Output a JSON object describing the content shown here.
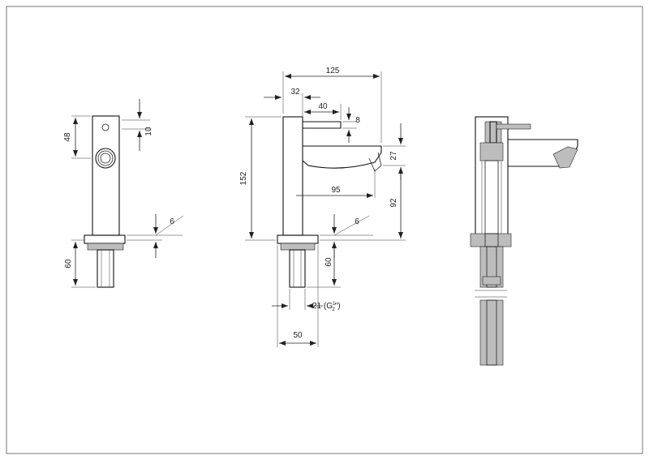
{
  "drawing": {
    "views": [
      "side-view",
      "front-view",
      "section-view"
    ],
    "dimensions": {
      "side_height": "48",
      "side_lever": "10",
      "side_seal": "6",
      "side_shank": "60",
      "front_overall_length": "125",
      "front_lever_offset": "32",
      "front_lever_length": "40",
      "front_lever_height": "8",
      "front_overall_height": "152",
      "front_spout_drop": "27",
      "front_spout_reach": "95",
      "front_spout_height": "92",
      "front_seal": "6",
      "front_shank": "60",
      "thread_main": "21 (G",
      "thread_num": "1",
      "thread_den": "2",
      "thread_end": "\")",
      "base_width": "50"
    }
  }
}
